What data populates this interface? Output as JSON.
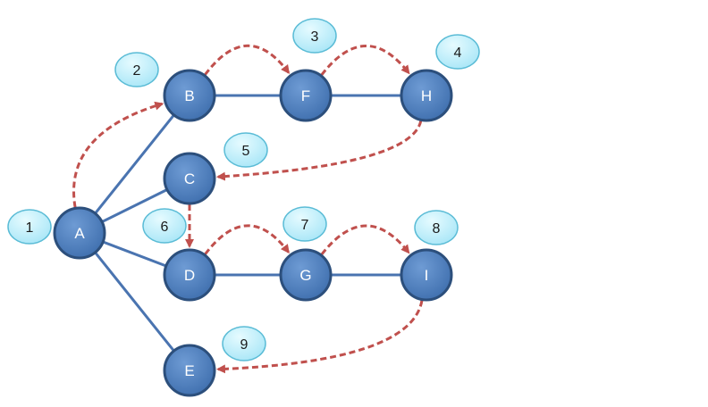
{
  "nodes": [
    {
      "id": "A",
      "label": "A"
    },
    {
      "id": "B",
      "label": "B"
    },
    {
      "id": "C",
      "label": "C"
    },
    {
      "id": "D",
      "label": "D"
    },
    {
      "id": "E",
      "label": "E"
    },
    {
      "id": "F",
      "label": "F"
    },
    {
      "id": "G",
      "label": "G"
    },
    {
      "id": "H",
      "label": "H"
    },
    {
      "id": "I",
      "label": "I"
    }
  ],
  "edges": [
    [
      "A",
      "B"
    ],
    [
      "A",
      "C"
    ],
    [
      "A",
      "D"
    ],
    [
      "A",
      "E"
    ],
    [
      "B",
      "F"
    ],
    [
      "F",
      "H"
    ],
    [
      "D",
      "G"
    ],
    [
      "G",
      "I"
    ]
  ],
  "traversal": [
    [
      "A",
      "B"
    ],
    [
      "B",
      "F"
    ],
    [
      "F",
      "H"
    ],
    [
      "H",
      "C"
    ],
    [
      "C",
      "D"
    ],
    [
      "D",
      "G"
    ],
    [
      "G",
      "I"
    ],
    [
      "I",
      "E"
    ]
  ],
  "steps": [
    "1",
    "2",
    "3",
    "4",
    "5",
    "6",
    "7",
    "8",
    "9"
  ],
  "colors": {
    "node_fill": "#4f81bd",
    "node_stroke": "#2c4f7c",
    "edge": "#4a74b0",
    "traversal_arrow": "#c0504d",
    "step_fill": "#bfeefa",
    "step_stroke": "#5bbcd6"
  }
}
